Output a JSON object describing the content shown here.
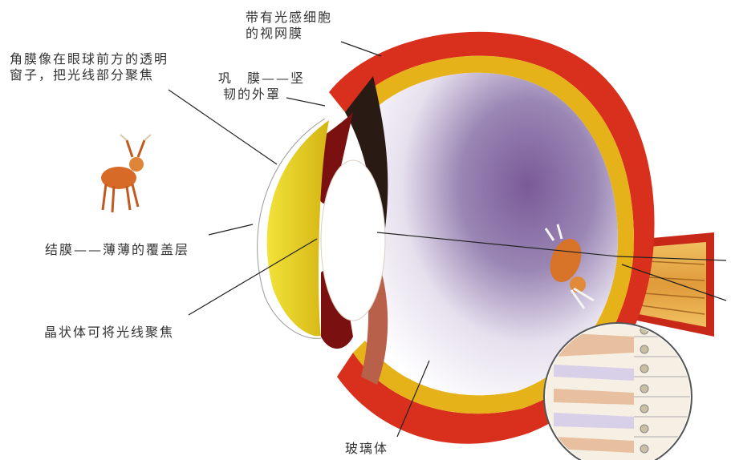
{
  "labels": {
    "retina": {
      "line1": "带有光感细胞",
      "line2": "的视网膜"
    },
    "cornea": {
      "line1": "角膜像在眼球前方的透明",
      "line2": "窗子，把光线部分聚焦"
    },
    "sclera": {
      "line1": "巩　膜——坚",
      "line2": "韧的外罩"
    },
    "conjunctiva": "结膜——薄薄的覆盖层",
    "lens": "晶状体可将光线聚焦",
    "vitreous": "玻璃体"
  },
  "colors": {
    "sclera": "#d8301c",
    "choroid": "#e6b21a",
    "retina_purple": "#5a3a78",
    "lens_yellow": "#e8d21a",
    "optic_nerve": "#e3a94a"
  }
}
